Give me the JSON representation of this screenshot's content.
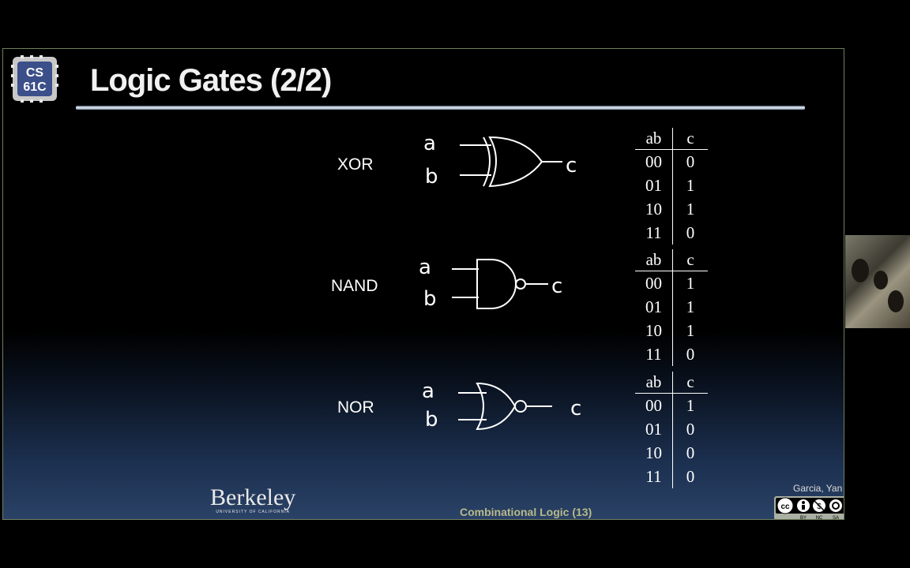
{
  "logo": {
    "line1": "CS",
    "line2": "61C"
  },
  "title": "Logic Gates (2/2)",
  "gates": [
    {
      "label": "XOR",
      "in_a": "a",
      "in_b": "b",
      "out": "c",
      "table": {
        "header": [
          "ab",
          "c"
        ],
        "rows": [
          [
            "00",
            "0"
          ],
          [
            "01",
            "1"
          ],
          [
            "10",
            "1"
          ],
          [
            "11",
            "0"
          ]
        ]
      }
    },
    {
      "label": "NAND",
      "in_a": "a",
      "in_b": "b",
      "out": "c",
      "table": {
        "header": [
          "ab",
          "c"
        ],
        "rows": [
          [
            "00",
            "1"
          ],
          [
            "01",
            "1"
          ],
          [
            "10",
            "1"
          ],
          [
            "11",
            "0"
          ]
        ]
      }
    },
    {
      "label": "NOR",
      "in_a": "a",
      "in_b": "b",
      "out": "c",
      "table": {
        "header": [
          "ab",
          "c"
        ],
        "rows": [
          [
            "00",
            "1"
          ],
          [
            "01",
            "0"
          ],
          [
            "10",
            "0"
          ],
          [
            "11",
            "0"
          ]
        ]
      }
    }
  ],
  "footer": {
    "university": "Berkeley",
    "university_sub": "UNIVERSITY OF CALIFORNIA",
    "topic": "Combinational Logic (13)",
    "authors": "Garcia, Yan",
    "license_icons": [
      "cc-icon",
      "by-icon",
      "nc-icon",
      "sa-icon"
    ],
    "license_labels": [
      "BY",
      "NC",
      "SA"
    ]
  },
  "colors": {
    "background": "#000000",
    "slide_bottom": "#2a4266",
    "footer_text": "#b8b98a"
  }
}
